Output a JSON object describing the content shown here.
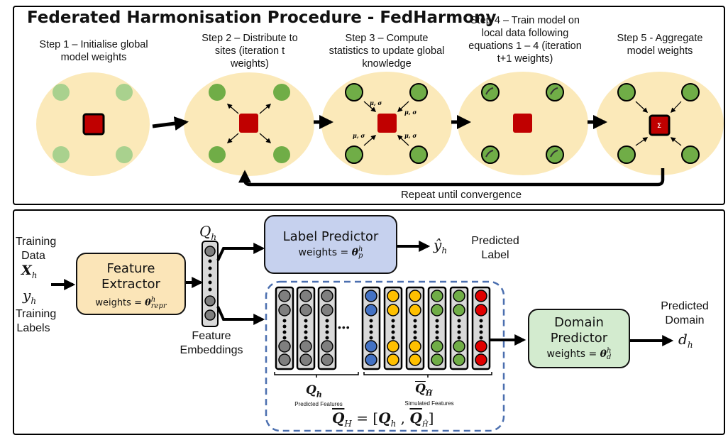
{
  "top": {
    "title": "Federated Harmonisation Procedure - FedHarmony",
    "steps": [
      {
        "line1": "Step 1 – Initialise global",
        "line2": "model weights",
        "line3": ""
      },
      {
        "line1": "Step 2 – Distribute to",
        "line2": "sites (iteration t",
        "line3": "weights)"
      },
      {
        "line1": "Step 3 – Compute",
        "line2": "statistics to update global",
        "line3": "knowledge"
      },
      {
        "line1": "Step 4 – Train model on",
        "line2": "local data following",
        "line3": "equations 1 – 4 (iteration",
        "line4": "t+1 weights)"
      },
      {
        "line1": "Step 5 - Aggregate",
        "line2": "model weights",
        "line3": ""
      }
    ],
    "stat_label": "μ, σ",
    "sum_label": "Σ",
    "repeat_label": "Repeat until convergence"
  },
  "bottom": {
    "training_data": {
      "line1": "Training",
      "line2": "Data",
      "symbol": "X",
      "sub": "h"
    },
    "training_labels": {
      "symbol": "y",
      "sub": "h",
      "line1": "Training",
      "line2": "Labels"
    },
    "feature_extractor": {
      "line1": "Feature",
      "line2": "Extractor",
      "weights_prefix": "weights = ",
      "theta": "θ",
      "sup": "h",
      "sub": "repr"
    },
    "q_h": {
      "symbol": "Q",
      "sub": "h"
    },
    "feature_embeddings": {
      "line1": "Feature",
      "line2": "Embeddings"
    },
    "label_predictor": {
      "title": "Label Predictor",
      "weights_prefix": "weights = ",
      "theta": "θ",
      "sup": "h",
      "sub": "p"
    },
    "y_hat": {
      "symbol": "ŷ",
      "sub": "h"
    },
    "predicted_label": {
      "line1": "Predicted",
      "line2": "Label"
    },
    "domain_predictor": {
      "line1": "Domain",
      "line2": "Predictor",
      "weights_prefix": "weights = ",
      "theta": "θ",
      "sup": "h",
      "sub": "d"
    },
    "predicted_domain": {
      "line1": "Predicted",
      "line2": "Domain"
    },
    "d_h": {
      "symbol": "d",
      "sub": "h"
    },
    "predicted_features": {
      "symbol": "Q",
      "sub": "h",
      "caption": "Predicted Features"
    },
    "simulated_features": {
      "symbol": "Q",
      "sub": "H̃",
      "caption": "Simulated Features"
    },
    "ellipsis": "•••",
    "equation": {
      "lhs": "Q",
      "lhs_sub": "H",
      "eq": " = [",
      "a": "Q",
      "a_sub": "h",
      "comma": " , ",
      "b": "Q",
      "b_sub": "H̃",
      "close": "]"
    }
  },
  "colors": {
    "site_fill": "#fbe9b9",
    "central_red": "#c00000",
    "node_light_green": "#a9d18e",
    "node_green": "#70ad47",
    "feature_box": "#fbe5b8",
    "label_box": "#c6d1ee",
    "domain_box": "#d3ebcf",
    "dashed_border": "#4b6faf",
    "grey_node": "#7f7f7f",
    "blue_node": "#4472c4",
    "yellow_node": "#ffc000",
    "green_node": "#70ad47",
    "red_node": "#e00000"
  }
}
